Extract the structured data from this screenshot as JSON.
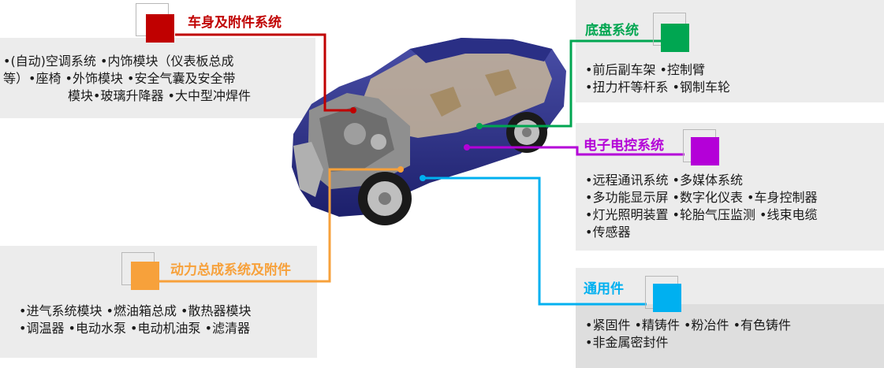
{
  "colors": {
    "body": "#c00000",
    "chassis": "#00a651",
    "electronic": "#b400d8",
    "powertrain": "#f7a13b",
    "general": "#00b0f0",
    "panel_bg": "#ececec"
  },
  "body_system": {
    "title": "车身及附件系统",
    "lines": [
      "•(自动)空调系统 •内饰模块（仪表板总成",
      "等）•座椅 •外饰模块 •安全气囊及安全带",
      "模块•玻璃升降器 •大中型冲焊件"
    ]
  },
  "chassis_system": {
    "title": "底盘系统",
    "lines": [
      "•前后副车架 •控制臂",
      "•扭力杆等杆系 •钢制车轮"
    ]
  },
  "electronic_system": {
    "title": "电子电控系统",
    "lines": [
      "•远程通讯系统 •多媒体系统",
      "•多功能显示屏 •数字化仪表 •车身控制器",
      "•灯光照明装置 •轮胎气压监测 •线束电缆",
      "•传感器"
    ]
  },
  "powertrain_system": {
    "title": "动力总成系统及附件",
    "lines": [
      "•进气系统模块 •燃油箱总成 •散热器模块",
      "•调温器 •电动水泵 •电动机油泵 •滤清器"
    ]
  },
  "general_parts": {
    "title": "通用件",
    "lines": [
      "•紧固件 •精铸件 •粉冶件 •有色铸件",
      "•非金属密封件"
    ]
  }
}
